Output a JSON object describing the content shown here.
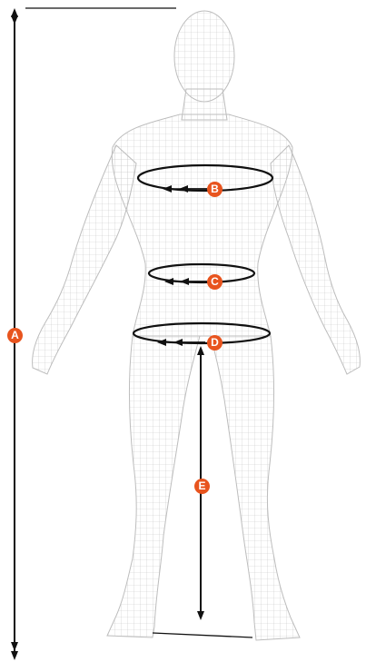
{
  "accent_color": "#e8541e",
  "line_color": "#111111",
  "mesh_color": "#c7c7c7",
  "measurements": [
    {
      "id": "A",
      "label": "A",
      "kind": "height-line"
    },
    {
      "id": "B",
      "label": "B",
      "kind": "circumference-loop"
    },
    {
      "id": "C",
      "label": "C",
      "kind": "circumference-loop"
    },
    {
      "id": "D",
      "label": "D",
      "kind": "circumference-loop"
    },
    {
      "id": "E",
      "label": "E",
      "kind": "length-line"
    }
  ]
}
